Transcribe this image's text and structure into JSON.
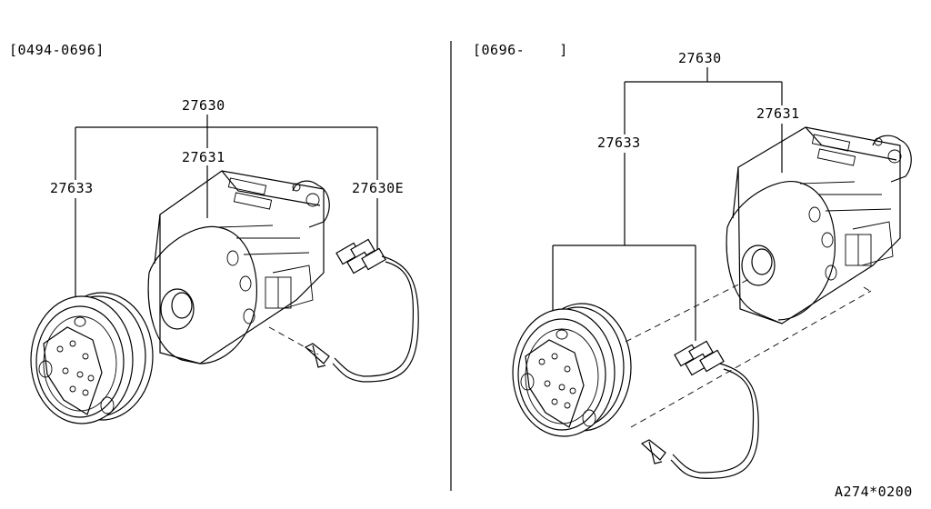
{
  "left_panel": {
    "date_range": "[0494-0696]",
    "callouts": {
      "assembly": "27630",
      "compressor": "27631",
      "clutch": "27633",
      "harness": "27630E"
    }
  },
  "right_panel": {
    "date_range": "[0696-    ]",
    "callouts": {
      "assembly": "27630",
      "compressor": "27631",
      "clutch": "27633"
    }
  },
  "figure_code": "A274*0200"
}
